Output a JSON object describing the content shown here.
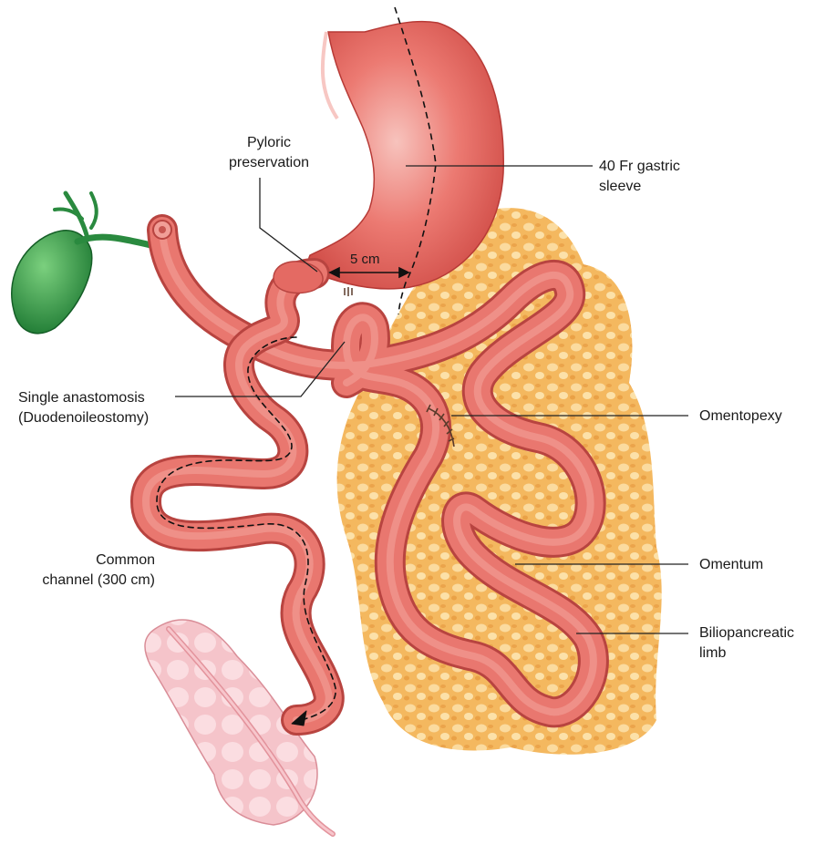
{
  "labels": {
    "pyloric": [
      "Pyloric",
      "preservation"
    ],
    "gastric": [
      "40 Fr gastric",
      "sleeve"
    ],
    "distance": "5 cm",
    "anastomosis": [
      "Single anastomosis",
      "(Duodenoileostomy)"
    ],
    "omentopexy": "Omentopexy",
    "common": [
      "Common",
      "channel (300 cm)"
    ],
    "omentum": "Omentum",
    "bilio": [
      "Biliopancreatic",
      "limb"
    ]
  },
  "colors": {
    "bowel": "#e8736c",
    "bowel_dark": "#c84a45",
    "stomach": "#e35a52",
    "omentum": "#f1b35a",
    "gallbladder": "#2f9a44",
    "colon": "#f2b6bd",
    "leader": "#222222"
  }
}
